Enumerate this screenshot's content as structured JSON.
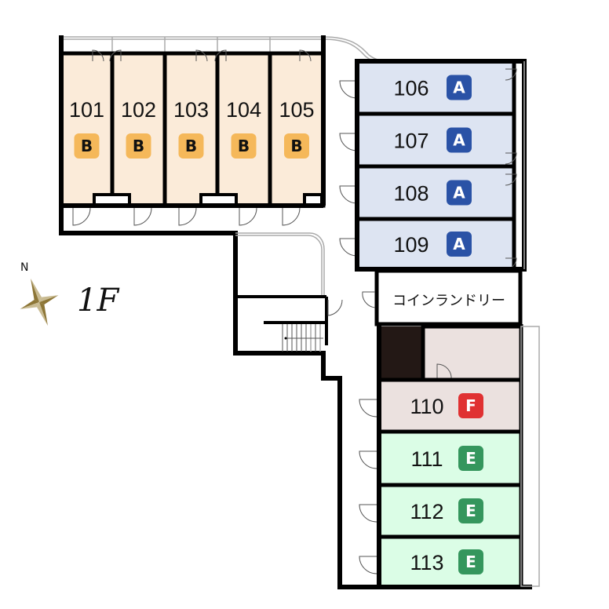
{
  "floor_label": "1F",
  "compass": {
    "label": "N",
    "icon": "compass-star-icon"
  },
  "colors": {
    "type_A_bg": "#dde4f2",
    "type_A_badge": "#2a52a6",
    "type_B_bg": "#fbebd9",
    "type_B_badge": "#f5b85a",
    "type_E_bg": "#dbfde6",
    "type_E_badge": "#35965d",
    "type_F_bg": "#ebe1df",
    "type_F_badge": "#e03132",
    "storage_dark": "#231815"
  },
  "units": [
    {
      "number": "101",
      "type": "B"
    },
    {
      "number": "102",
      "type": "B"
    },
    {
      "number": "103",
      "type": "B"
    },
    {
      "number": "104",
      "type": "B"
    },
    {
      "number": "105",
      "type": "B"
    },
    {
      "number": "106",
      "type": "A"
    },
    {
      "number": "107",
      "type": "A"
    },
    {
      "number": "108",
      "type": "A"
    },
    {
      "number": "109",
      "type": "A"
    },
    {
      "number": "110",
      "type": "F"
    },
    {
      "number": "111",
      "type": "E"
    },
    {
      "number": "112",
      "type": "E"
    },
    {
      "number": "113",
      "type": "E"
    }
  ],
  "facilities": {
    "laundry": "コインランドリー"
  }
}
